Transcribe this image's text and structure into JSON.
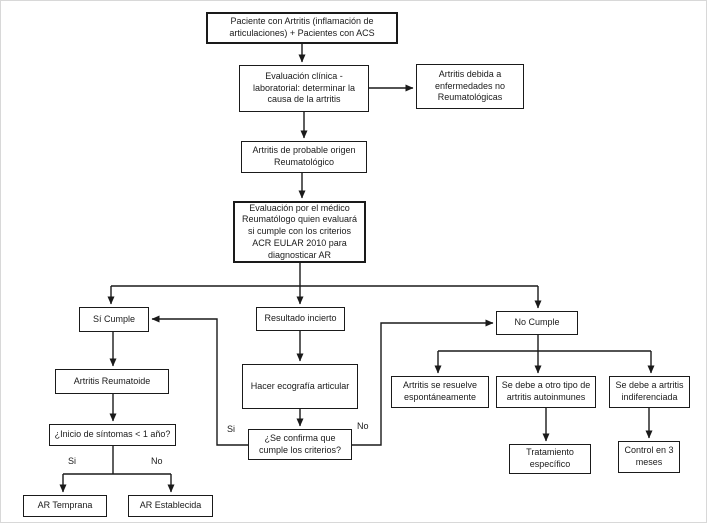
{
  "nodes": {
    "patient": {
      "label": "Paciente con Artritis (inflamación de articulaciones) + Pacientes con ACS"
    },
    "eval_clinica": {
      "label": "Evaluación clínica - laboratorial: determinar la causa de la artritis"
    },
    "no_reumatologica": {
      "label": "Artritis debida a enfermedades no Reumatológicas"
    },
    "origen_reuma": {
      "label": "Artritis de probable origen Reumatológico"
    },
    "eval_reumatologo": {
      "label": "Evaluación por el médico Reumatólogo quien evaluará si cumple con los criterios ACR EULAR 2010 para diagnosticar AR"
    },
    "si_cumple": {
      "label": "Sí Cumple"
    },
    "resultado_incierto": {
      "label": "Resultado incierto"
    },
    "no_cumple": {
      "label": "No Cumple"
    },
    "artritis_reumatoide": {
      "label": "Artritis Reumatoide"
    },
    "ecografia": {
      "label": "Hacer ecografía articular"
    },
    "inicio_sintomas": {
      "label": "¿Inicio de síntomas < 1 año?"
    },
    "confirma_criterios": {
      "label": "¿Se confirma que cumple los criterios?"
    },
    "resuelve_espontanea": {
      "label": "Artritis se resuelve espontáneamente"
    },
    "otro_tipo_autoinmune": {
      "label": "Se debe a otro tipo de artritis autoinmunes"
    },
    "indiferenciada": {
      "label": "Se debe a artritis indiferenciada"
    },
    "tratamiento": {
      "label": "Tratamiento específico"
    },
    "control_3_meses": {
      "label": "Control en 3 meses"
    },
    "ar_temprana": {
      "label": "AR Temprana"
    },
    "ar_establecida": {
      "label": "AR Establecida"
    }
  },
  "edge_labels": {
    "confirma_si": "Si",
    "confirma_no": "No",
    "inicio_si": "Si",
    "inicio_no": "No"
  },
  "colors": {
    "line": "#1a1a1a",
    "box_border": "#1a1a1a",
    "box_bg": "#ffffff",
    "text": "#1a1a1a",
    "page_bg": "#ffffff"
  }
}
